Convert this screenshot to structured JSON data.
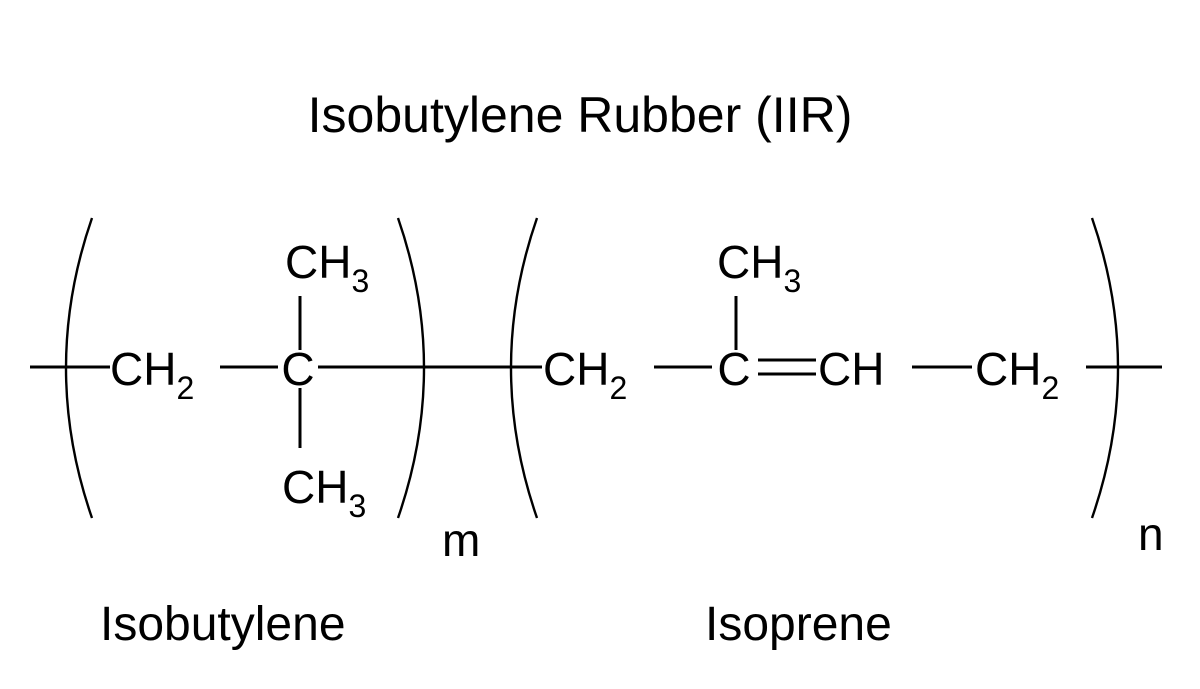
{
  "title": "Isobutylene Rubber (IIR)",
  "isobutylene_unit": {
    "top_group": {
      "base": "CH",
      "sub": "3"
    },
    "backbone_ch2": {
      "base": "CH",
      "sub": "2"
    },
    "center_atom": "C",
    "bottom_group": {
      "base": "CH",
      "sub": "3"
    },
    "repeat_index": "m",
    "label": "Isobutylene"
  },
  "isoprene_unit": {
    "top_group": {
      "base": "CH",
      "sub": "3"
    },
    "ch2_left": {
      "base": "CH",
      "sub": "2"
    },
    "center_atom": "C",
    "double_bond_partner": "CH",
    "ch2_right": {
      "base": "CH",
      "sub": "2"
    },
    "repeat_index": "n",
    "label": "Isoprene"
  }
}
